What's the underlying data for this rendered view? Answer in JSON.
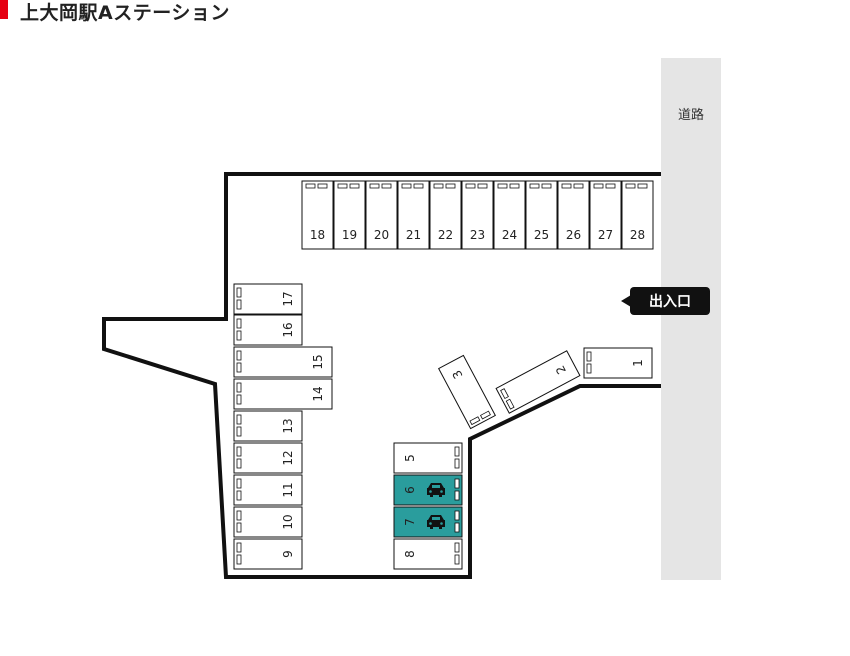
{
  "header": {
    "title": "上大岡駅Aステーション"
  },
  "colors": {
    "accent": "#e60012",
    "occupied": "#2a9d9d",
    "road": "#e5e5e5",
    "entrance_bg": "#111111"
  },
  "road": {
    "label": "道路"
  },
  "entrance": {
    "label": "出入口"
  },
  "spaces": [
    {
      "number": "1",
      "occupied": false,
      "icon": ""
    },
    {
      "number": "2",
      "occupied": false,
      "icon": ""
    },
    {
      "number": "3",
      "occupied": false,
      "icon": ""
    },
    {
      "number": "5",
      "occupied": false,
      "icon": ""
    },
    {
      "number": "6",
      "occupied": true,
      "icon": "car-icon"
    },
    {
      "number": "7",
      "occupied": true,
      "icon": "car-icon"
    },
    {
      "number": "8",
      "occupied": false,
      "icon": ""
    },
    {
      "number": "9",
      "occupied": false,
      "icon": ""
    },
    {
      "number": "10",
      "occupied": false,
      "icon": ""
    },
    {
      "number": "11",
      "occupied": false,
      "icon": ""
    },
    {
      "number": "12",
      "occupied": false,
      "icon": ""
    },
    {
      "number": "13",
      "occupied": false,
      "icon": ""
    },
    {
      "number": "14",
      "occupied": false,
      "icon": ""
    },
    {
      "number": "15",
      "occupied": false,
      "icon": ""
    },
    {
      "number": "16",
      "occupied": false,
      "icon": ""
    },
    {
      "number": "17",
      "occupied": false,
      "icon": ""
    },
    {
      "number": "18",
      "occupied": false,
      "icon": ""
    },
    {
      "number": "19",
      "occupied": false,
      "icon": ""
    },
    {
      "number": "20",
      "occupied": false,
      "icon": ""
    },
    {
      "number": "21",
      "occupied": false,
      "icon": ""
    },
    {
      "number": "22",
      "occupied": false,
      "icon": ""
    },
    {
      "number": "23",
      "occupied": false,
      "icon": ""
    },
    {
      "number": "24",
      "occupied": false,
      "icon": ""
    },
    {
      "number": "25",
      "occupied": false,
      "icon": ""
    },
    {
      "number": "26",
      "occupied": false,
      "icon": ""
    },
    {
      "number": "27",
      "occupied": false,
      "icon": ""
    },
    {
      "number": "28",
      "occupied": false,
      "icon": ""
    }
  ]
}
